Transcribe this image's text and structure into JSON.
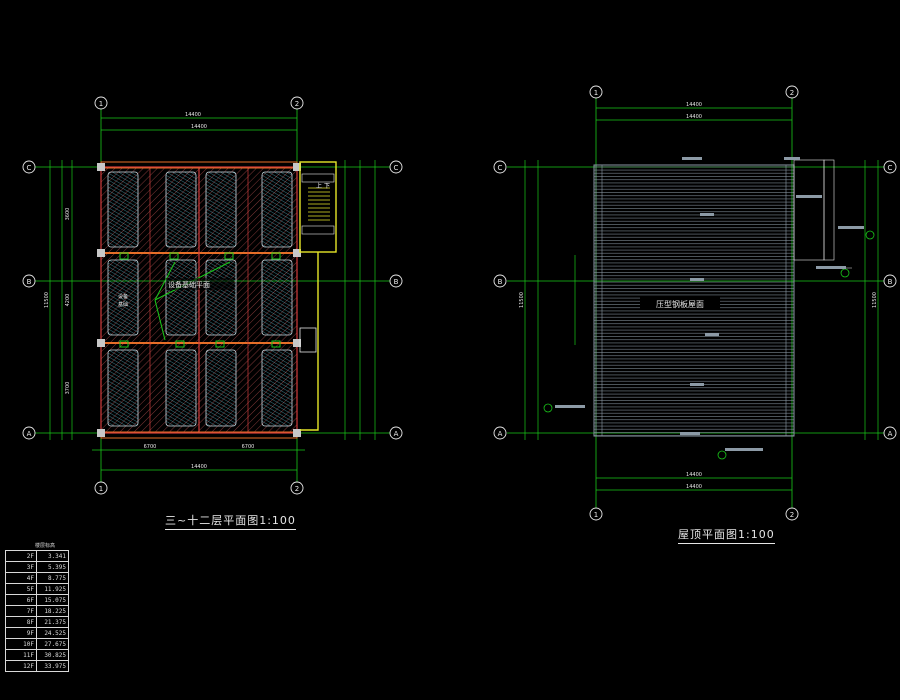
{
  "left_plan": {
    "title": "三~十二层平面图1:100",
    "axes_vertical": [
      "1",
      "2"
    ],
    "axes_horizontal": [
      "C",
      "B",
      "A"
    ],
    "dim_total": "14400",
    "dim_bottom": [
      "6700",
      "6700"
    ],
    "dim_left": [
      "3600",
      "4200",
      "3700"
    ],
    "dim_left_total": "11500",
    "stair_labels": [
      "上",
      "下"
    ]
  },
  "right_plan": {
    "title": "屋顶平面图1:100",
    "axes_vertical": [
      "1",
      "2"
    ],
    "axes_horizontal": [
      "C",
      "B",
      "A"
    ],
    "dim_total": "14400",
    "dim_left_total": "11500",
    "center_label": "压型钢板屋面"
  },
  "elevation_table": {
    "caption": "楼层标高",
    "rows": [
      {
        "floor": "2F",
        "value": "3.341"
      },
      {
        "floor": "3F",
        "value": "5.395"
      },
      {
        "floor": "4F",
        "value": "8.775"
      },
      {
        "floor": "5F",
        "value": "11.925"
      },
      {
        "floor": "6F",
        "value": "15.075"
      },
      {
        "floor": "7F",
        "value": "18.225"
      },
      {
        "floor": "8F",
        "value": "21.375"
      },
      {
        "floor": "9F",
        "value": "24.525"
      },
      {
        "floor": "10F",
        "value": "27.675"
      },
      {
        "floor": "11F",
        "value": "30.825"
      },
      {
        "floor": "12F",
        "value": "33.975"
      }
    ]
  },
  "colors": {
    "background": "#000000",
    "axis_green": "#19c819",
    "bubble_white": "#e8e8e8",
    "steel_red": "#d23c3c",
    "steel_orange": "#e66e28",
    "stair_yellow": "#e6e628",
    "hatch_cyan": "#6fd2e6",
    "roof_grey": "#8c9aa6"
  }
}
